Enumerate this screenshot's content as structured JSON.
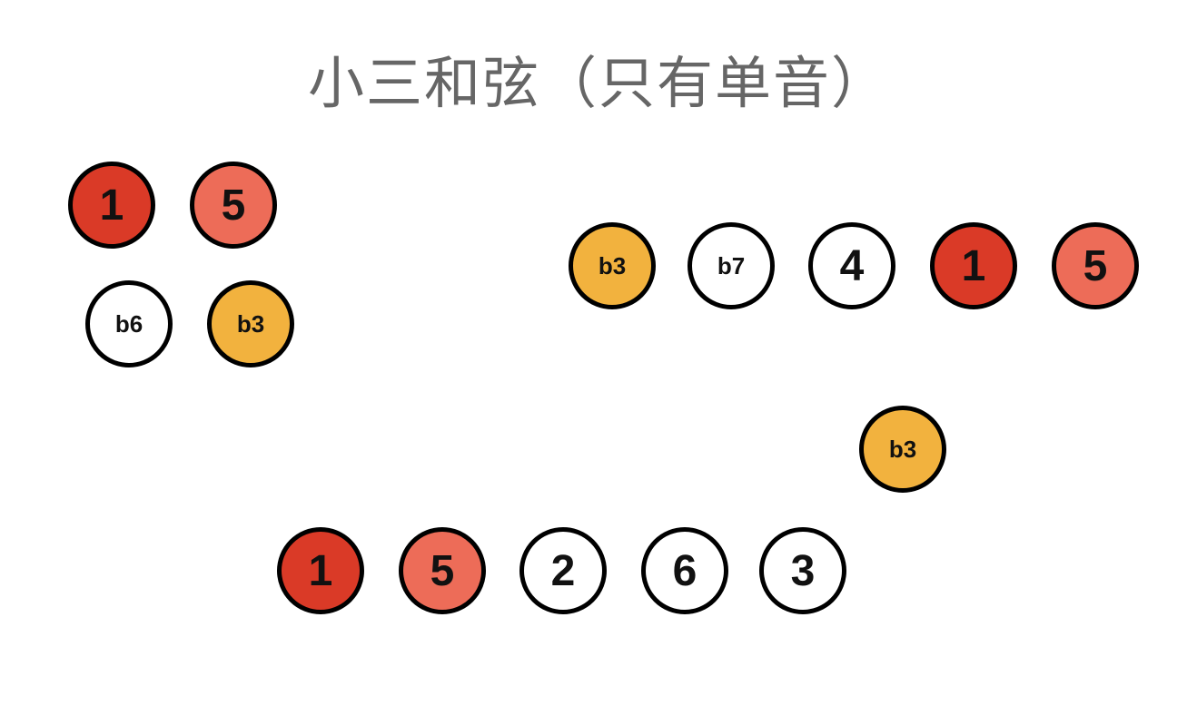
{
  "title": "小三和弦（只有单音）",
  "colors": {
    "root": "#da3a27",
    "fifth": "#ed6c58",
    "minor_third": "#f2b23e",
    "other": "#ffffff",
    "outline": "#000000"
  },
  "groups": {
    "top_left": {
      "row1": [
        "1",
        "5"
      ],
      "row2": [
        "b6",
        "b3"
      ]
    },
    "top_right": {
      "row": [
        "b3",
        "b7",
        "4",
        "1",
        "5"
      ]
    },
    "middle_right": {
      "single": "b3"
    },
    "bottom": {
      "row": [
        "1",
        "5",
        "2",
        "6",
        "3"
      ]
    }
  }
}
